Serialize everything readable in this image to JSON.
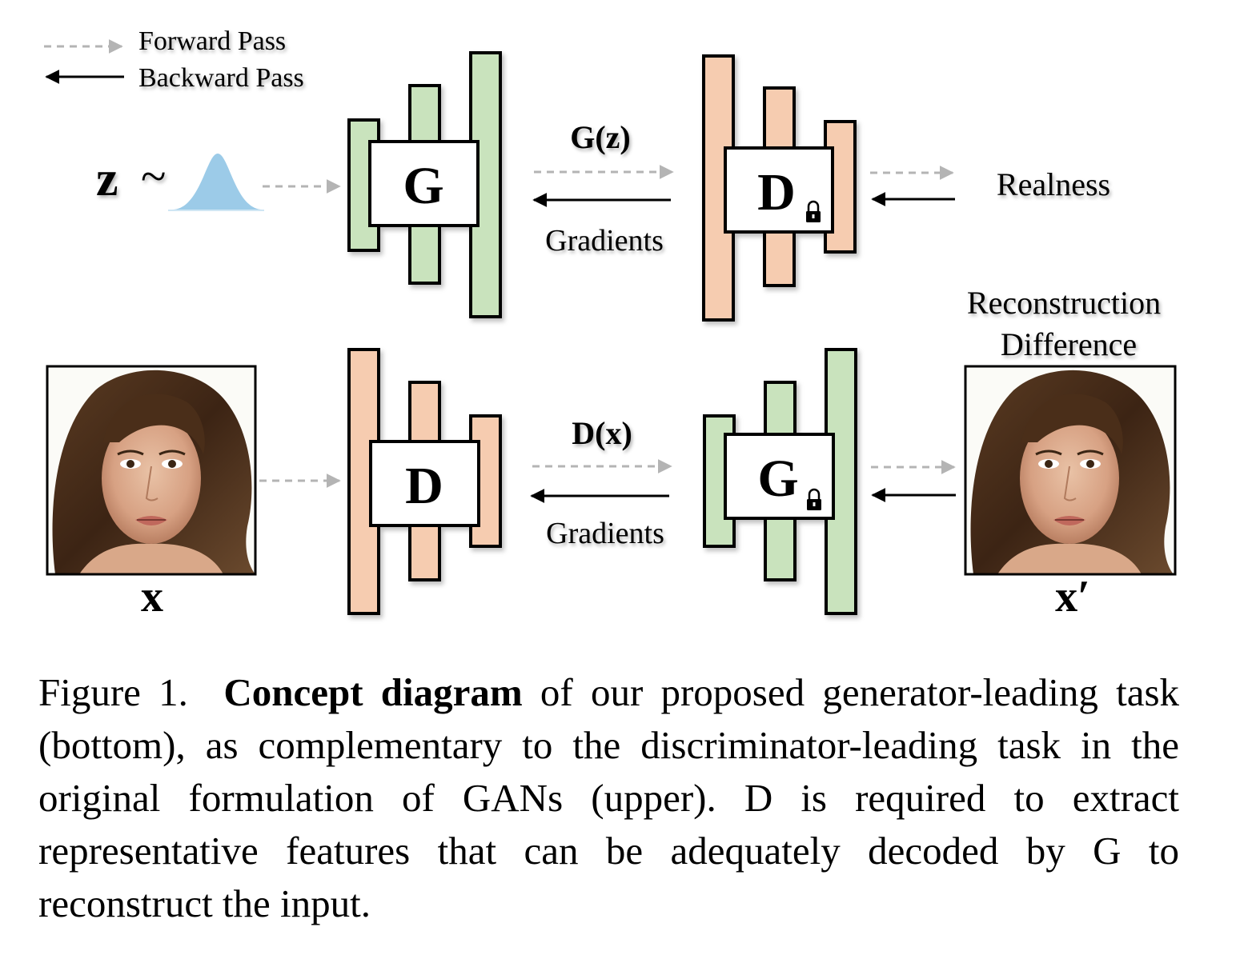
{
  "legend": {
    "forward": "Forward Pass",
    "backward": "Backward Pass"
  },
  "top_row": {
    "latent": "z",
    "tilde": "~",
    "generator_label": "G",
    "output_label": "G(z)",
    "gradients_label": "Gradients",
    "discriminator_label": "D",
    "result_label": "Realness"
  },
  "bottom_row": {
    "input_label": "x",
    "discriminator_label": "D",
    "output_label": "D(x)",
    "gradients_label": "Gradients",
    "generator_label": "G",
    "result_label_line1": "Reconstruction",
    "result_label_line2": "Difference",
    "reconstruction_label": "x′"
  },
  "caption": {
    "prefix": "Figure 1.",
    "bold": "Concept diagram",
    "text": "of our proposed generator-leading task (bottom), as complementary to the discriminator-leading task in the original formulation of GANs (upper). D is required to extract representative features that can be adequately decoded by G to reconstruct the input."
  },
  "colors": {
    "generator_fill": "#c9e3bd",
    "discriminator_fill": "#f6ccb0",
    "forward_arrow": "#b4b4b4",
    "backward_arrow": "#000000",
    "gaussian_fill": "#9ccbe8"
  },
  "icons": {
    "lock": "lock-icon",
    "gaussian": "gaussian-curve-icon",
    "face_photo": "face-photo"
  }
}
